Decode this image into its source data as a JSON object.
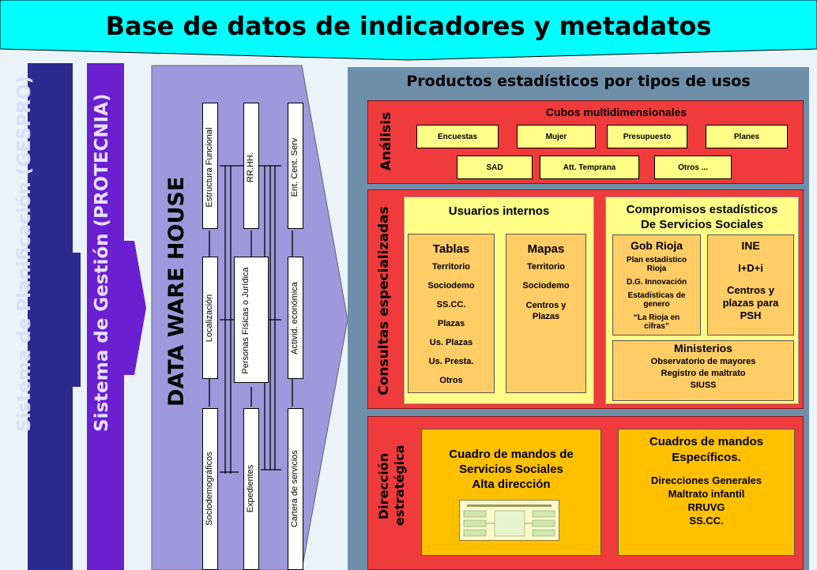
{
  "title": "Base de datos de indicadores y metadatos",
  "arrows": {
    "gespro": "Sistema de Planificación (GESPRO)",
    "protecnia": "Sistema de Gestión (PROTECNIA)"
  },
  "dwh": {
    "label": "DATA WARE HOUSE",
    "boxes": {
      "estructura": "Estructura Funcional",
      "rrhh": "RR.HH.",
      "ent_cent": "Ent. Cent. Serv",
      "localizacion": "Localización",
      "personas": "Personas Físicas o Jurídica",
      "actividad": "Activid. económica",
      "sociodemograficos": "Sociodemográficos",
      "expedientes": "Expedientes",
      "cartera": "Cartera de servicios"
    }
  },
  "products": {
    "title": "Productos estadísticos por tipos de usos",
    "analisis": {
      "label": "Análisis",
      "heading": "Cubos multidimensionales",
      "row1": [
        "Encuestas",
        "Mujer",
        "Presupuesto",
        "Planes"
      ],
      "row2": [
        "SAD",
        "Att. Temprana",
        "Otros ..."
      ]
    },
    "consultas": {
      "label": "Consultas especializadas",
      "usuarios": {
        "heading": "Usuarios internos",
        "tablas": {
          "heading": "Tablas",
          "items": [
            "Territorio",
            "Sociodemo",
            "SS.CC.",
            "Plazas",
            "Us. Plazas",
            "Us. Presta.",
            "Otros"
          ]
        },
        "mapas": {
          "heading": "Mapas",
          "items": [
            "Territorio",
            "Sociodemo",
            "Centros y Plazas"
          ]
        }
      },
      "compromisos": {
        "heading1": "Compromisos estadísticos",
        "heading2": "De Servicios Sociales",
        "gob": {
          "heading": "Gob Rioja",
          "items": [
            "Plan estadístico Rioja",
            "D.G. Innovación",
            "Estadísticas de genero",
            "“La Rioja en cifras”"
          ]
        },
        "ine": {
          "heading": "INE",
          "items": [
            "I+D+i",
            "Centros y plazas para PSH"
          ]
        },
        "ministerios": {
          "heading": "Ministerios",
          "items": [
            "Observatorio de mayores",
            "Registro de maltrato",
            "SIUSS"
          ]
        }
      }
    },
    "direccion": {
      "label1": "Dirección",
      "label2": "estratégica",
      "cuadro1": {
        "lines": [
          "Cuadro de mandos de",
          "Servicios Sociales",
          "Alta dirección"
        ]
      },
      "cuadro2": {
        "heading1": "Cuadros de mandos",
        "heading2": "Específicos.",
        "items": [
          "Direcciones Generales",
          "Maltrato infantil",
          "RRUVG",
          "SS.CC."
        ]
      }
    }
  },
  "colors": {
    "banner": "#00ffff",
    "gespro_arrow": "#2b2b8f",
    "protecnia_arrow": "#6a1fd1",
    "dwh_arrow": "#9e98dc",
    "panel_bg": "#6e8fa9",
    "red": "#ef3b3b",
    "yellow": "#ffff88",
    "orange": "#ffcc66",
    "gold": "#ffc000"
  }
}
